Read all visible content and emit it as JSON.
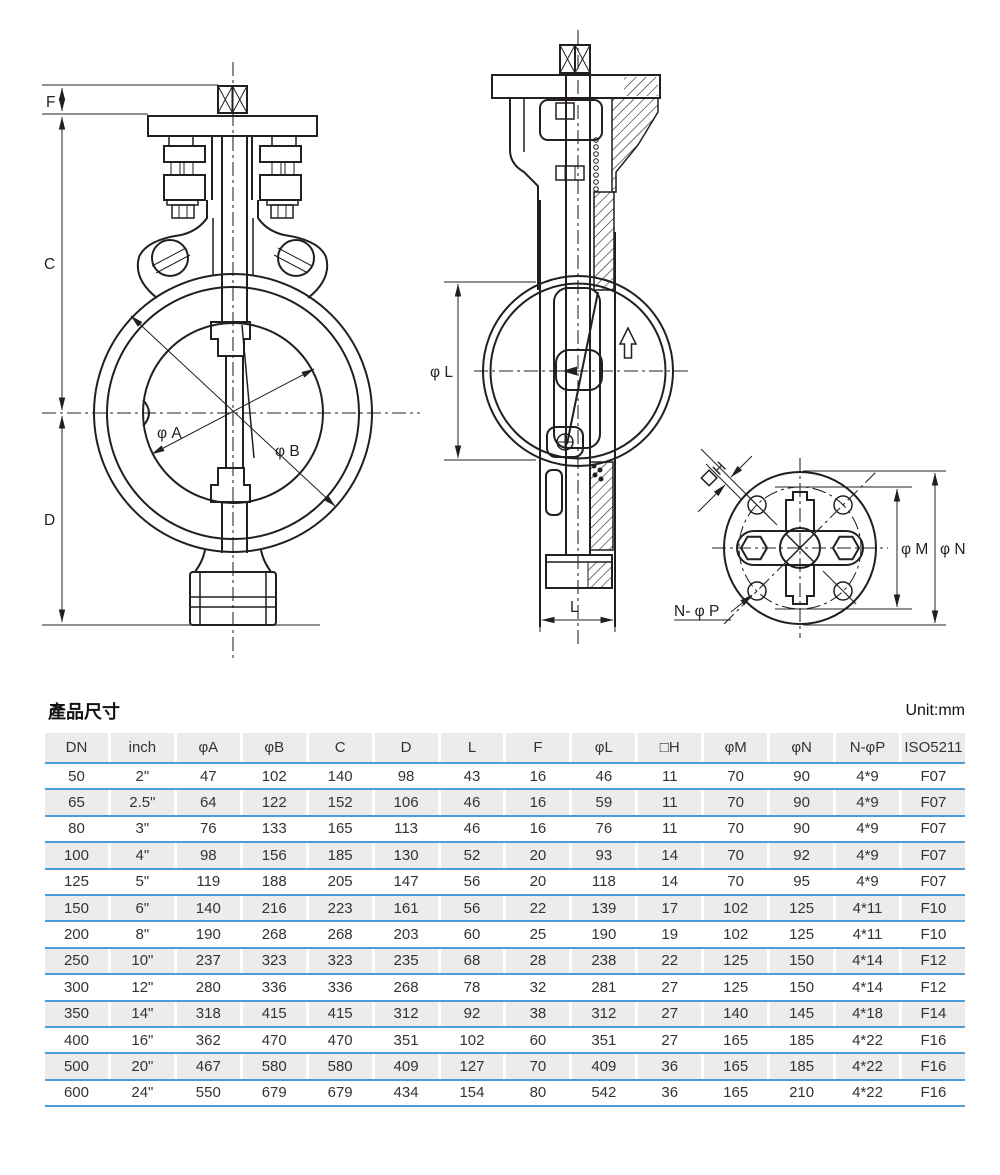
{
  "drawing": {
    "labels": {
      "f": "F",
      "c": "C",
      "d": "D",
      "phi_a": "φ A",
      "phi_b": "φ B",
      "phi_l": "φ L",
      "l": "L",
      "square_h": "□H",
      "square_h_letter": "H",
      "phi_m": "φ M",
      "phi_n": "φ N",
      "n_phi_p": "N- φ P"
    }
  },
  "table": {
    "title": "產品尺寸",
    "unit": "Unit:mm",
    "columns": [
      "DN",
      "inch",
      "φA",
      "φB",
      "C",
      "D",
      "L",
      "F",
      "φL",
      "□H",
      "φM",
      "φN",
      "N-φP",
      "ISO5211"
    ],
    "rows": [
      [
        "50",
        "2\"",
        "47",
        "102",
        "140",
        "98",
        "43",
        "16",
        "46",
        "11",
        "70",
        "90",
        "4*9",
        "F07"
      ],
      [
        "65",
        "2.5\"",
        "64",
        "122",
        "152",
        "106",
        "46",
        "16",
        "59",
        "11",
        "70",
        "90",
        "4*9",
        "F07"
      ],
      [
        "80",
        "3\"",
        "76",
        "133",
        "165",
        "113",
        "46",
        "16",
        "76",
        "11",
        "70",
        "90",
        "4*9",
        "F07"
      ],
      [
        "100",
        "4\"",
        "98",
        "156",
        "185",
        "130",
        "52",
        "20",
        "93",
        "14",
        "70",
        "92",
        "4*9",
        "F07"
      ],
      [
        "125",
        "5\"",
        "119",
        "188",
        "205",
        "147",
        "56",
        "20",
        "118",
        "14",
        "70",
        "95",
        "4*9",
        "F07"
      ],
      [
        "150",
        "6\"",
        "140",
        "216",
        "223",
        "161",
        "56",
        "22",
        "139",
        "17",
        "102",
        "125",
        "4*11",
        "F10"
      ],
      [
        "200",
        "8\"",
        "190",
        "268",
        "268",
        "203",
        "60",
        "25",
        "190",
        "19",
        "102",
        "125",
        "4*11",
        "F10"
      ],
      [
        "250",
        "10\"",
        "237",
        "323",
        "323",
        "235",
        "68",
        "28",
        "238",
        "22",
        "125",
        "150",
        "4*14",
        "F12"
      ],
      [
        "300",
        "12\"",
        "280",
        "336",
        "336",
        "268",
        "78",
        "32",
        "281",
        "27",
        "125",
        "150",
        "4*14",
        "F12"
      ],
      [
        "350",
        "14\"",
        "318",
        "415",
        "415",
        "312",
        "92",
        "38",
        "312",
        "27",
        "140",
        "145",
        "4*18",
        "F14"
      ],
      [
        "400",
        "16\"",
        "362",
        "470",
        "470",
        "351",
        "102",
        "60",
        "351",
        "27",
        "165",
        "185",
        "4*22",
        "F16"
      ],
      [
        "500",
        "20\"",
        "467",
        "580",
        "580",
        "409",
        "127",
        "70",
        "409",
        "36",
        "165",
        "185",
        "4*22",
        "F16"
      ],
      [
        "600",
        "24\"",
        "550",
        "679",
        "679",
        "434",
        "154",
        "80",
        "542",
        "36",
        "165",
        "210",
        "4*22",
        "F16"
      ]
    ]
  },
  "colors": {
    "line": "#231f20",
    "blue": "#4f9bd6",
    "zebra": "#ececec"
  }
}
